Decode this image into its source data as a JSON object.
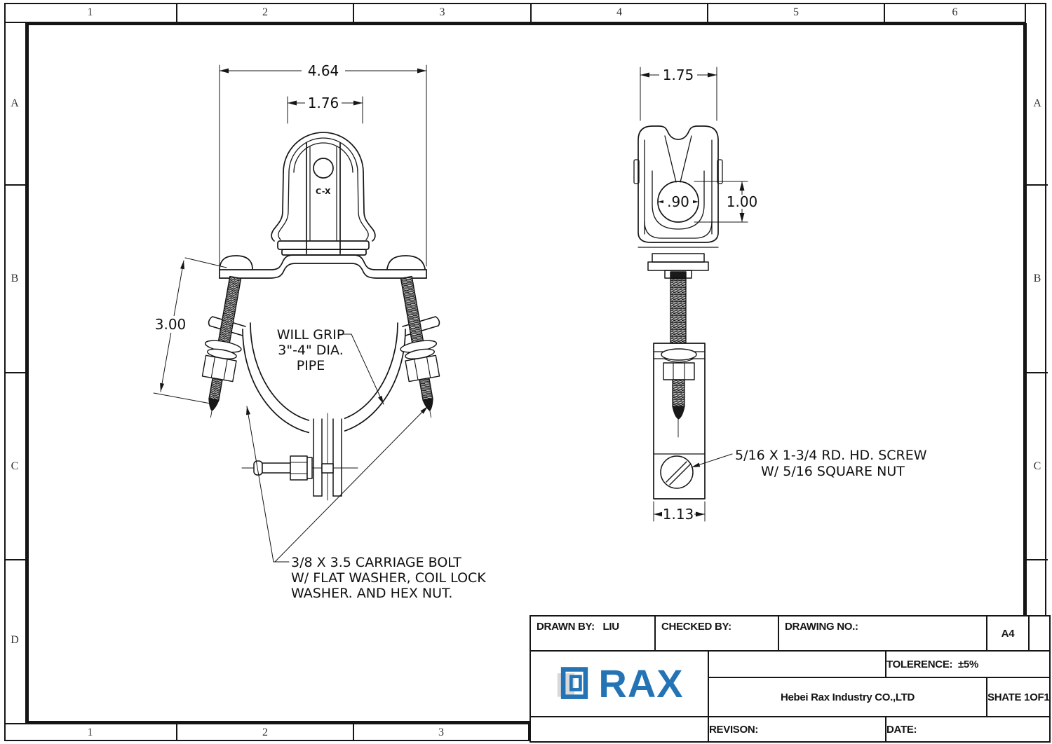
{
  "sheet": {
    "zones_top": [
      "1",
      "2",
      "3",
      "4",
      "5",
      "6"
    ],
    "zones_bottom": [
      "1",
      "2",
      "3"
    ],
    "zones_left": [
      "A",
      "B",
      "C",
      "D"
    ],
    "zones_right": [
      "A",
      "B",
      "C"
    ]
  },
  "front_view": {
    "dim_overall_width": "4.64",
    "dim_clevis_width": "1.76",
    "dim_bolt_length": "3.00",
    "marking": "C-X",
    "grip_note": [
      "WILL GRIP",
      "3\"-4\" DIA.",
      "PIPE"
    ],
    "bolt_note": [
      "3/8 X 3.5 CARRIAGE BOLT",
      "W/ FLAT WASHER, COIL LOCK",
      "WASHER. AND HEX NUT."
    ]
  },
  "side_view": {
    "dim_overall_width": "1.75",
    "dim_hole_dia": ".90",
    "dim_hole_depth": "1.00",
    "dim_bracket_width": "1.13",
    "screw_note": [
      "5/16 X 1-3/4 RD. HD. SCREW",
      "W/ 5/16 SQUARE NUT"
    ]
  },
  "title_block": {
    "drawn_by_label": "DRAWN BY:",
    "drawn_by_value": "LIU",
    "checked_by_label": "CHECKED BY:",
    "drawing_no_label": "DRAWING NO.:",
    "paper_size": "A4",
    "tolerance_label": "TOLERENCE:",
    "tolerance_value": "±5%",
    "logo_text": "RAX",
    "company_name": "Hebei Rax Industry CO.,LTD",
    "sheet_label": "SHATE 1OF1",
    "revision_label": "REVISON:",
    "date_label": "DATE:",
    "logo_color": "#2373b5"
  }
}
